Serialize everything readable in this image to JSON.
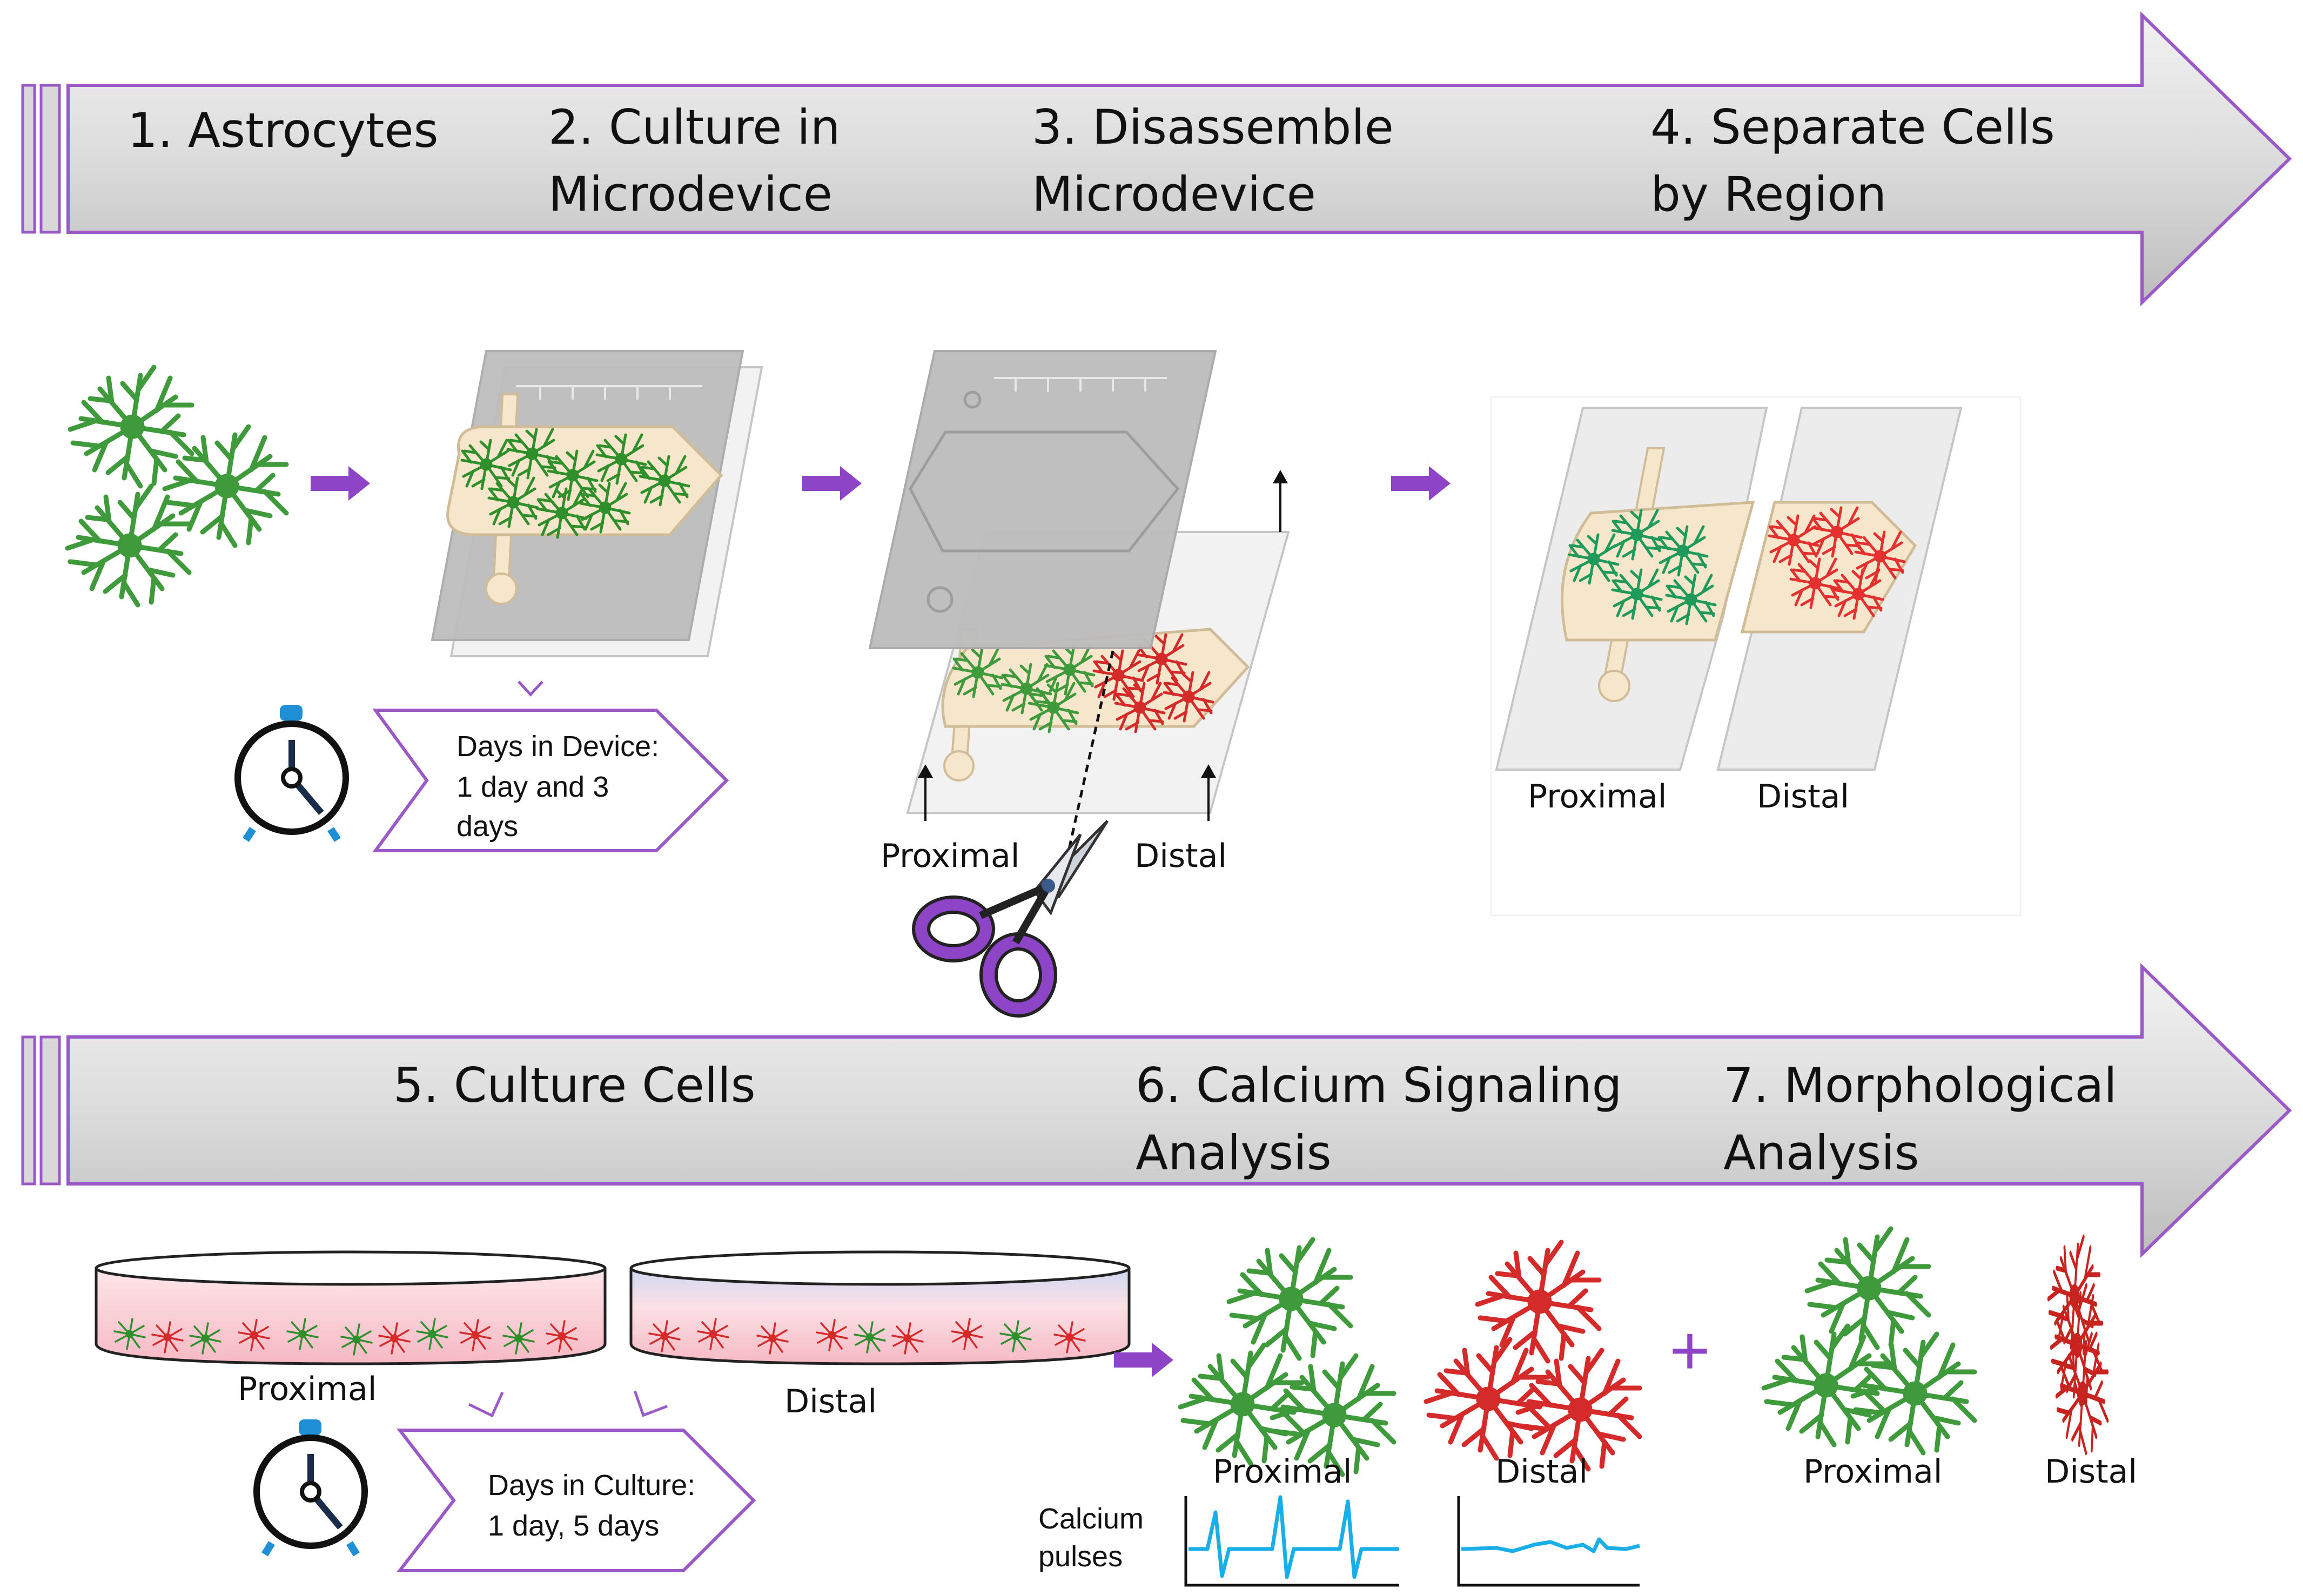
{
  "colors": {
    "accent_purple": "#8e44c6",
    "astrocyte_green": "#3e9a3a",
    "astrocyte_red": "#d42a2a",
    "calcium_trace": "#1aaee8",
    "chamber_fill": "#f6e6cc",
    "device_grey": "#bfbfbf",
    "clock_blue": "#1f8fd6"
  },
  "top_banner": {
    "steps": [
      {
        "line1": "1. Astrocytes",
        "line2": ""
      },
      {
        "line1": "2. Culture in",
        "line2": "Microdevice"
      },
      {
        "line1": "3. Disassemble",
        "line2": "Microdevice"
      },
      {
        "line1": "4. Separate Cells",
        "line2": "by Region"
      }
    ]
  },
  "bottom_banner": {
    "steps": [
      {
        "line1": "5. Culture Cells",
        "line2": ""
      },
      {
        "line1": "6. Calcium Signaling",
        "line2": "Analysis"
      },
      {
        "line1": "7. Morphological",
        "line2": "Analysis"
      }
    ]
  },
  "device_days": {
    "line1": "Days in Device:",
    "line2": "1 day and 3",
    "line3": "days"
  },
  "culture_days": {
    "line1": "Days in Culture:",
    "line2": "1 day, 5 days"
  },
  "labels": {
    "proximal": "Proximal",
    "distal": "Distal",
    "plus": "+",
    "calcium_line1": "Calcium",
    "calcium_line2": "pulses"
  },
  "icons": {
    "flow_arrow": "right-arrow-icon",
    "timer": "stopwatch-icon",
    "cutter": "scissors-icon",
    "cell": "astrocyte-icon"
  }
}
